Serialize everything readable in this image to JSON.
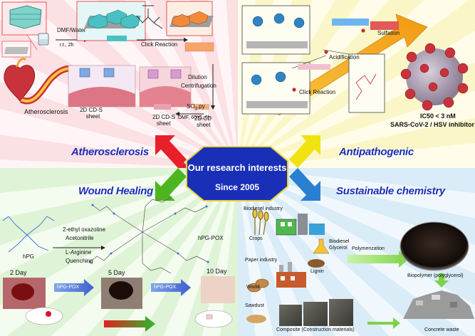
{
  "center": {
    "title": "Our research interests",
    "subtitle": "Since 2005"
  },
  "quadrants": {
    "atherosclerosis": {
      "title": "Atherosclerosis",
      "labels": {
        "dmf_water": "DMF/Water",
        "conditions": "r.t., 2h",
        "click_reaction": "Click Reaction",
        "dilution": "Dilution",
        "centrifugation": "Centrifugation",
        "so3py": "SO",
        "so3py_sub": "3",
        "so3py_suffix": ".py",
        "dmf_temp": "DMF, 60°C, 6h",
        "atherosclerosis_label": "Atherosclerosis",
        "cds_sheet_top": "2D CD-S",
        "cds_sheet_top2": "sheet",
        "cds_sheet_bottom": "2D CD-S",
        "cds_sheet_bottom2": "sheet",
        "cd_sheet": "2D CD",
        "cd_sheet2": "sheet"
      }
    },
    "antipathogenic": {
      "title": "Antipathogenic",
      "labels": {
        "sulfation": "Sulfation",
        "acidification": "Acidification",
        "click_reaction": "Click Reaction",
        "ic50": "IC50 < 3 nM",
        "target": "SARS-CoV-2 / HSV inhibitor"
      }
    },
    "wound_healing": {
      "title": "Wound Healing",
      "labels": {
        "hpg": "hPG",
        "reagent1": "2-ethyl oxazoline",
        "reagent2": "Acetonitrile",
        "reagent3": "L-Arginine",
        "reagent4": "Quenching",
        "product": "hPG-POX",
        "day2": "2 Day",
        "day5": "5 Day",
        "day10": "10 Day",
        "arrow1": "hPG-POX",
        "arrow2": "hPG-POX"
      }
    },
    "sustainable": {
      "title": "Sustainable chemistry",
      "labels": {
        "biodiesel_industry": "Biodiesel industry",
        "crops": "Crops",
        "biodiesel": "Biodiesel",
        "glycerol": "Glycerol",
        "polymerization": "Polymerization",
        "paper_industry": "Paper industry",
        "wood": "Wood",
        "lignin": "Lignin",
        "sawdust": "Sawdust",
        "biopolymer": "Biopolymer (polyglycerol)",
        "composite": "Composite (Construction materials)",
        "concrete_waste": "Concrete waste"
      }
    }
  },
  "colors": {
    "atherosclerosis_arrow": "#e8202a",
    "antipathogenic_arrow": "#f2e20f",
    "wound_arrow": "#4cb51f",
    "sustainable_arrow": "#2a7fd0",
    "title_blue": "#1a2fb8",
    "octagon_fill": "#1a2fb8"
  }
}
